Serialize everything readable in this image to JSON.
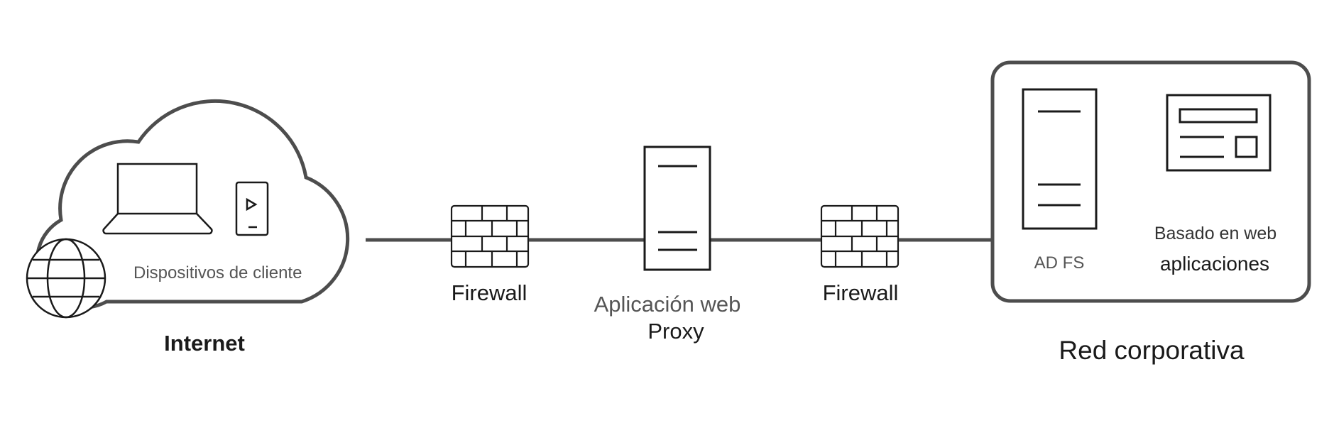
{
  "labels": {
    "client_devices": "Dispositivos de cliente",
    "internet": "Internet",
    "firewall_1": "Firewall",
    "proxy_line1": "Aplicación web",
    "proxy_line2": "Proxy",
    "firewall_2": "Firewall",
    "adfs": "AD FS",
    "web_apps_line1": "Basado en web",
    "web_apps_line2": "aplicaciones",
    "corporate_network": "Red corporativa"
  },
  "icons": {
    "laptop": "laptop-icon",
    "phone": "phone-icon",
    "globe": "globe-icon",
    "firewall": "firewall-icon",
    "server": "server-icon",
    "web_app": "web-app-icon"
  },
  "colors": {
    "line": "#4d4d4d",
    "ink": "#1a1a1a",
    "text_gray": "#555555"
  }
}
